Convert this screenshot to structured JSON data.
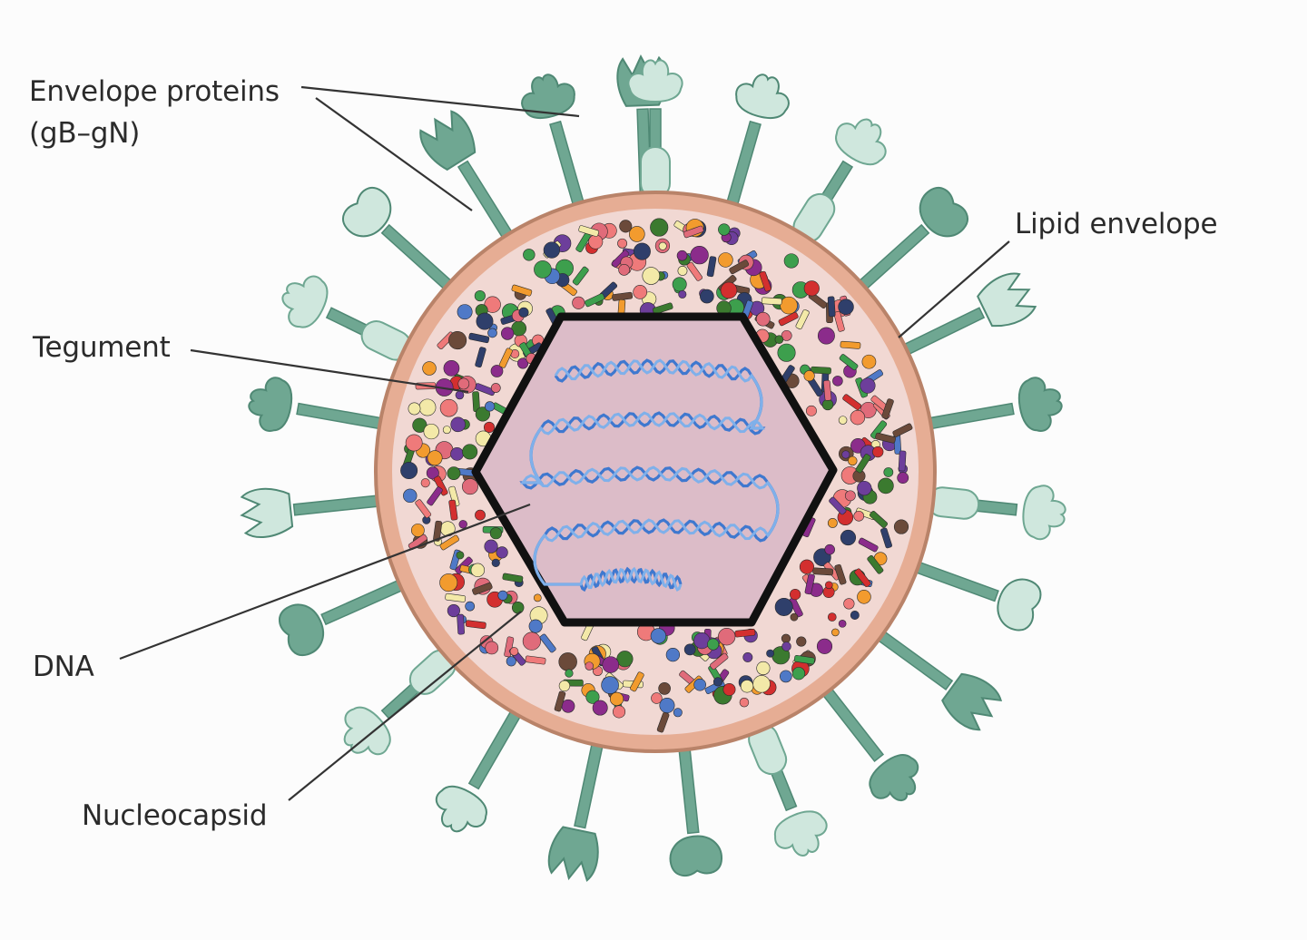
{
  "labels": {
    "envelope_proteins_line1": "Envelope proteins",
    "envelope_proteins_line2": "(gB–gN)",
    "lipid_envelope": "Lipid envelope",
    "tegument": "Tegument",
    "dna": "DNA",
    "nucleocapsid": "Nucleocapsid"
  },
  "colors": {
    "background": "#fcfcfc",
    "lipid_envelope": "#e6ad94",
    "lipid_envelope_edge": "#b98369",
    "tegument_fill": "#f1d8d3",
    "nucleocapsid_fill": "#dcbcc8",
    "nucleocapsid_edge": "#111111",
    "dna_strand": "#3f78cf",
    "dna_strand_light": "#7fb0ea",
    "glycoprotein_dark": "#6fa792",
    "glycoprotein_light": "#cfe7dd",
    "leader_line": "#333333",
    "tegument_particles": [
      "#8b2c8b",
      "#3b7a2f",
      "#d32f2f",
      "#f29b2e",
      "#4f79c7",
      "#6b4a3a",
      "#e06b7a",
      "#6d3e9b",
      "#3d9f4d",
      "#2f3f6b",
      "#ef7a7a",
      "#f3e9a8"
    ]
  },
  "icons": {
    "glycoprotein_shapes": [
      "tulip-spike",
      "clover-spike",
      "capsule-stem-spike"
    ]
  }
}
